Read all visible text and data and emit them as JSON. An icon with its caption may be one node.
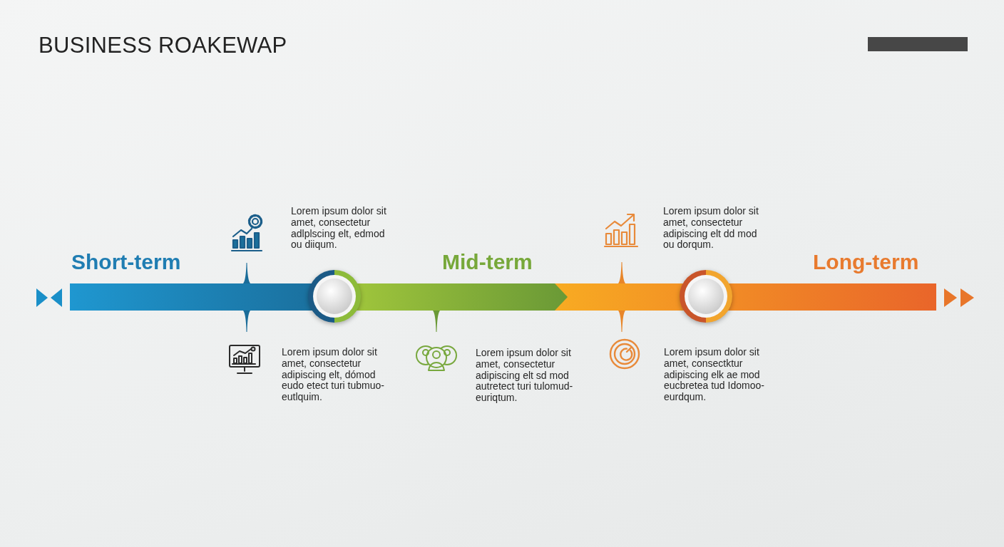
{
  "diagram": {
    "title": "BUSINESS ROAKEWAP",
    "nodes": [
      {
        "text": [
          "Short-term"
        ]
      },
      {
        "text": [],
        "shape": "circle"
      },
      {
        "text": [
          "Mid-term"
        ]
      },
      {
        "text": [
          "Long-term"
        ]
      },
      {
        "text": [],
        "shape": "circle"
      }
    ],
    "labels": [
      "Lorem ipsum dolor sit amet, consectetur adlplscing elt, edmod ou diiqum.",
      "Lorem ipsum dolor sit amet, consectetur adipiscing elt dd mod ou dorqum.",
      "Lorem ipsum dolor sit amet, consectetur adipiscing elt, dómod eudo etect turi tubmuo-eutlquim.",
      "Lorem ipsum dolor sit amet, consectetur adipiscing elt sd mod autretect turi tulomud-euriqtum.",
      "Lorem ipsum dolor sit amet, consectktur adipiscing elk ae mod eucbretea tud Idomoo-eurdqum."
    ]
  }
}
